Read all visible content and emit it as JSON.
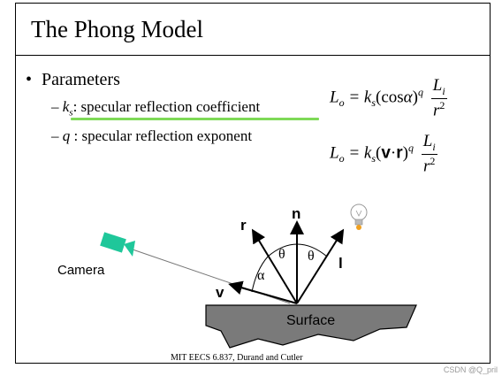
{
  "slide": {
    "title": "The Phong Model",
    "bullet": "Parameters",
    "sub1": {
      "dash": "–",
      "var": "k",
      "subscript": "s",
      "text": ": specular reflection coefficient"
    },
    "sub2": {
      "dash": "–",
      "var": "q",
      "text": " : specular reflection exponent"
    },
    "eq1": {
      "lhs": "L",
      "lhs_sub": "o",
      "middle": " = k",
      "middle_sub": "s",
      "paren": "(cos",
      "alpha": "α",
      "close": ")",
      "exp": "q",
      "num": "L",
      "num_sub": "i",
      "den": "r",
      "den_exp": "2"
    },
    "eq2": {
      "lhs": "L",
      "lhs_sub": "o",
      "middle": " = k",
      "middle_sub": "s",
      "paren": "(",
      "v": "v",
      "dot": "·",
      "r": "r",
      "close": ")",
      "exp": "q",
      "num": "L",
      "num_sub": "i",
      "den": "r",
      "den_exp": "2"
    },
    "credit": "MIT EECS 6.837, Durand and Cutler",
    "watermark": "CSDN @Q_pril"
  },
  "diagram": {
    "camera_label": "Camera",
    "surface_label": "Surface",
    "n_label": "n",
    "r_label": "r",
    "l_label": "l",
    "v_label": "v",
    "theta1": "θ",
    "theta2": "θ",
    "alpha": "α",
    "camera_color": "#1fc79a",
    "surface_color": "#7a7a7a",
    "highlight_color": "#7ed957"
  }
}
